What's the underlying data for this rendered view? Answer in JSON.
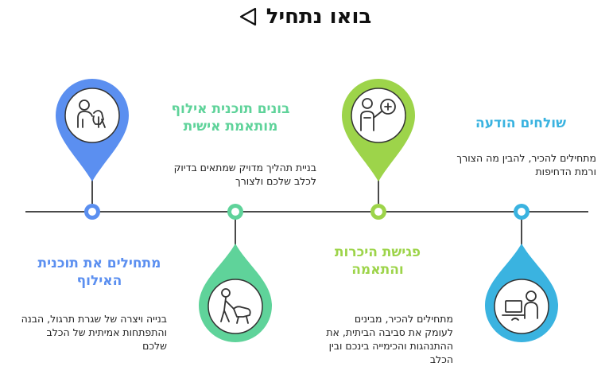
{
  "title": "בואו נתחיל",
  "title_icon": "play-triangle-outline-icon",
  "colors": {
    "line": "#4a4a4a",
    "blue": "#5b8ff0",
    "green": "#5fd39a",
    "lime": "#9dd44a",
    "cyan": "#3ab3e0"
  },
  "steps": [
    {
      "heading": "שולחים הודעה",
      "text": "מתחילים להכיר, להבין מה הצורך ורמת הדחיפות",
      "icon": "person-at-laptop-icon",
      "color": "#3ab3e0"
    },
    {
      "heading": "פגישת היכרות והתאמה",
      "text": "מתחילים להכיר, מבינים לעומק את סביבה הביתית, את ההתנהגות והכימייה בינכם ובין הכלב",
      "icon": "person-presenting-board-icon",
      "color": "#9dd44a"
    },
    {
      "heading": "בונים תוכנית אילוף מותאמת אישית",
      "text": "בניית תהליך מדויק שמתאים בדיוק לכלב שלכם ולצורך",
      "icon": "person-walking-dog-icon",
      "color": "#5fd39a"
    },
    {
      "heading": "מתחילים את תוכנית האילוף",
      "text": "בנייה ויצרה של שגרת תרגול, הבנה והתפתחות אמיתית של הכלב שלכם",
      "icon": "person-with-dog-icon",
      "color": "#5b8ff0"
    }
  ]
}
